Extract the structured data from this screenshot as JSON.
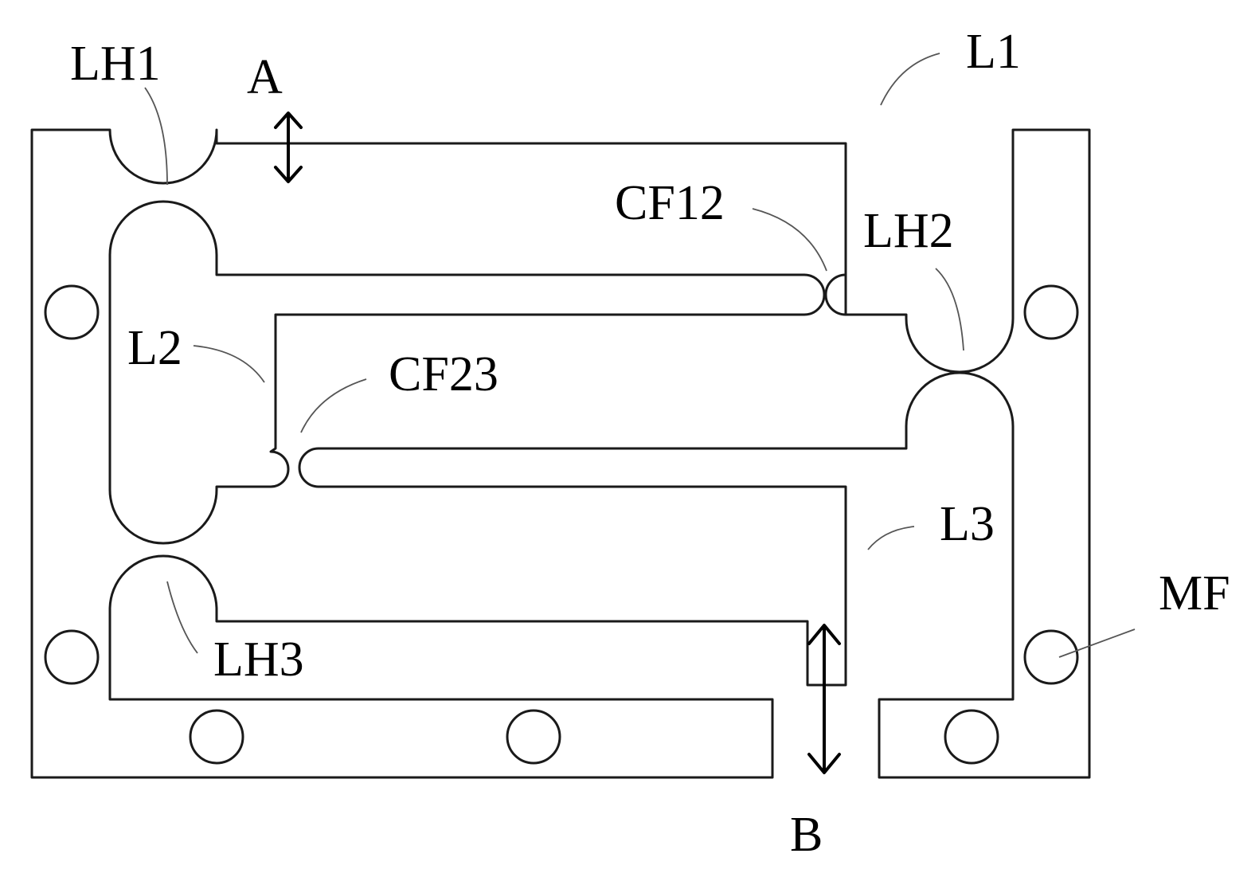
{
  "labels": {
    "lh1": "LH1",
    "a": "A",
    "l1": "L1",
    "cf12": "CF12",
    "lh2": "LH2",
    "l2": "L2",
    "cf23": "CF23",
    "l3": "L3",
    "mf": "MF",
    "lh3": "LH3",
    "b": "B"
  },
  "colors": {
    "stroke": "#1a1a1a",
    "leader": "#555555",
    "text": "#000000",
    "background": "#ffffff"
  }
}
